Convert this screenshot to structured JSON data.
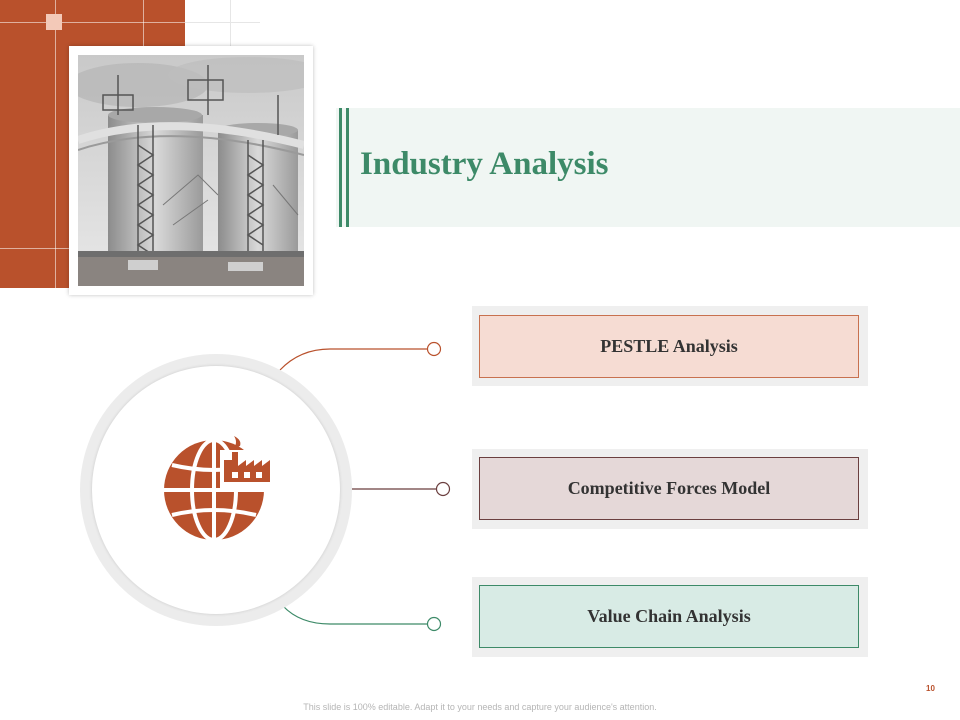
{
  "slide": {
    "title": "Industry Analysis",
    "page_number": "10",
    "footer_note": "This slide is 100% editable. Adapt it to your needs and capture your audience's attention."
  },
  "image": {
    "subject": "industrial storage tanks with pipes and ladders",
    "icon": "refinery-photo"
  },
  "hub": {
    "icon": "globe-factory-icon",
    "color": "#b9512c"
  },
  "items": [
    {
      "label": "PESTLE Analysis",
      "fill": "#f6dcd3",
      "border": "#c8714f"
    },
    {
      "label": "Competitive Forces Model",
      "fill": "#e5d8d8",
      "border": "#6b3f3f"
    },
    {
      "label": "Value Chain Analysis",
      "fill": "#d8ebe5",
      "border": "#3d8a68"
    }
  ],
  "colors": {
    "accent_orange": "#b9512c",
    "accent_green": "#3d8a68",
    "accent_maroon": "#6b3f3f"
  }
}
